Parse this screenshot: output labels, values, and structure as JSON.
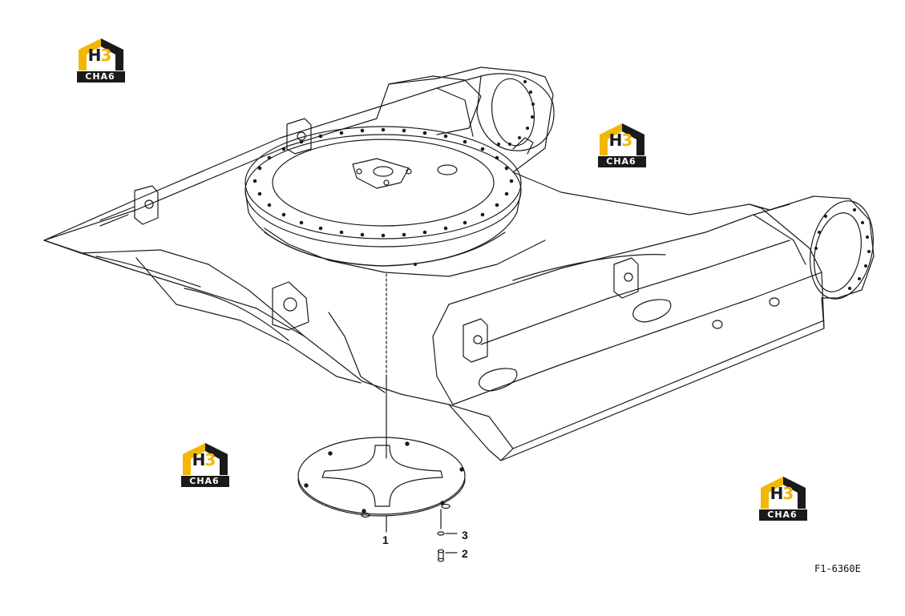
{
  "diagram": {
    "callouts": {
      "part_1": "1",
      "part_2": "2",
      "part_3": "3"
    },
    "figure_code": "F1-6360E"
  },
  "watermark": {
    "mark_h": "H",
    "mark_3": "3",
    "brand": "CHA6",
    "colors": {
      "yellow": "#f2b705",
      "dark": "#1a1a1a"
    }
  }
}
